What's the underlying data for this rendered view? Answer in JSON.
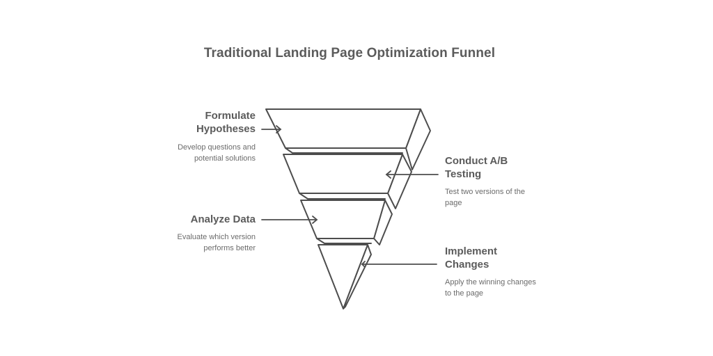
{
  "title": "Traditional Landing Page Optimization Funnel",
  "colors": {
    "stroke": "#4d4d4d",
    "title_text": "#5b5b5b",
    "label_text": "#5b5b5b",
    "desc_text": "#6b6b6b",
    "background": "#ffffff"
  },
  "stages": [
    {
      "label_line1": "Formulate",
      "label_line2": "Hypotheses",
      "description_line1": "Develop questions and",
      "description_line2": "potential solutions",
      "side": "left",
      "icon": "arrow-right-icon"
    },
    {
      "label_line1": "Conduct A/B",
      "label_line2": "Testing",
      "description_line1": "Test two versions of the",
      "description_line2": "page",
      "side": "right",
      "icon": "arrow-left-icon"
    },
    {
      "label_line1": "Analyze Data",
      "label_line2": "",
      "description_line1": "Evaluate which version",
      "description_line2": "performs better",
      "side": "left",
      "icon": "arrow-right-icon"
    },
    {
      "label_line1": "Implement",
      "label_line2": "Changes",
      "description_line1": "Apply the winning changes",
      "description_line2": "to the page",
      "side": "right",
      "icon": "arrow-left-icon"
    }
  ]
}
